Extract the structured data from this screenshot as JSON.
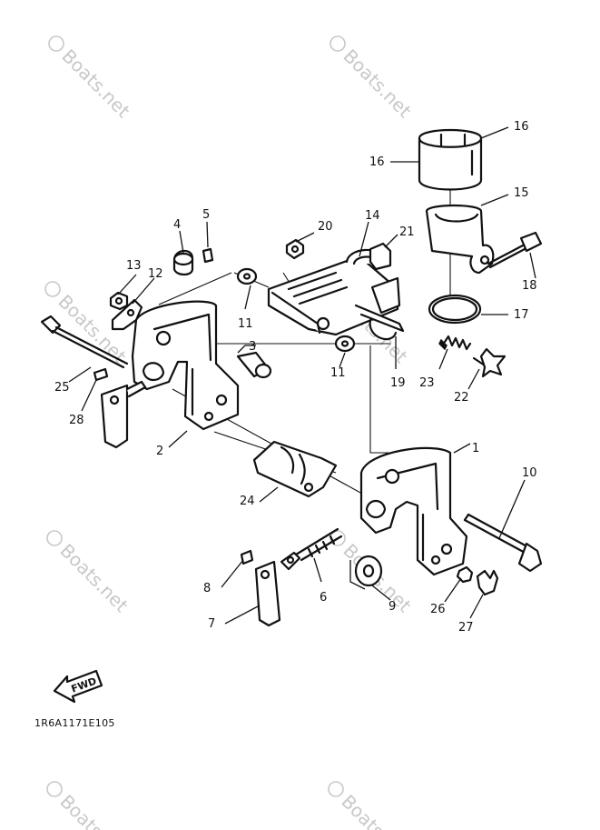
{
  "diagram_code": "1R6A1171E105",
  "forward_label": "FWD",
  "watermark": "Boats.net",
  "callouts": {
    "c1": "1",
    "c2": "2",
    "c3": "3",
    "c4": "4",
    "c5": "5",
    "c6": "6",
    "c7": "7",
    "c8": "8",
    "c9": "9",
    "c10": "10",
    "c11a": "11",
    "c11b": "11",
    "c12": "12",
    "c13": "13",
    "c14": "14",
    "c15": "15",
    "c16a": "16",
    "c16b": "16",
    "c17": "17",
    "c18": "18",
    "c19": "19",
    "c20": "20",
    "c21": "21",
    "c22": "22",
    "c23": "23",
    "c24": "24",
    "c25": "25",
    "c26": "26",
    "c27": "27",
    "c28": "28"
  }
}
